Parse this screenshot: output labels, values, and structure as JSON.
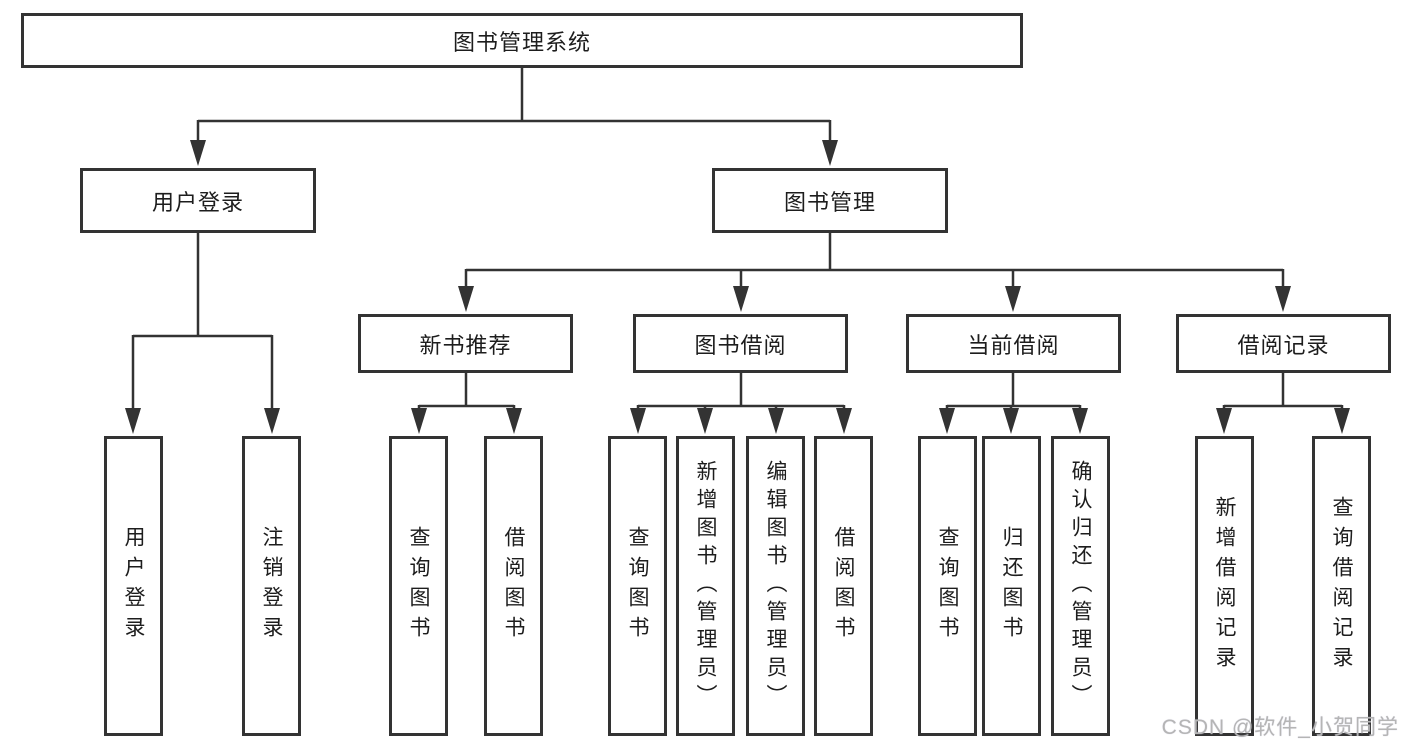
{
  "diagram": {
    "root": {
      "label": "图书管理系统"
    },
    "level2": [
      {
        "label": "用户登录"
      },
      {
        "label": "图书管理"
      }
    ],
    "level3": [
      {
        "label": "新书推荐"
      },
      {
        "label": "图书借阅"
      },
      {
        "label": "当前借阅"
      },
      {
        "label": "借阅记录"
      }
    ],
    "leaves": {
      "user": [
        {
          "label": "用户登录"
        },
        {
          "label": "注销登录"
        }
      ],
      "newbook": [
        {
          "label": "查询图书"
        },
        {
          "label": "借阅图书"
        }
      ],
      "borrow": [
        {
          "label": "查询图书"
        },
        {
          "label": "新增图书（管理员）"
        },
        {
          "label": "编辑图书（管理员）"
        },
        {
          "label": "借阅图书"
        }
      ],
      "current": [
        {
          "label": "查询图书"
        },
        {
          "label": "归还图书"
        },
        {
          "label": "确认归还（管理员）"
        }
      ],
      "records": [
        {
          "label": "新增借阅记录"
        },
        {
          "label": "查询借阅记录"
        }
      ]
    }
  },
  "colors": {
    "line": "#333333",
    "text": "#1d1d1d",
    "watermark": "#b5b5b5",
    "background": "#ffffff"
  },
  "watermark": {
    "text": "CSDN @软件_小贺同学"
  }
}
